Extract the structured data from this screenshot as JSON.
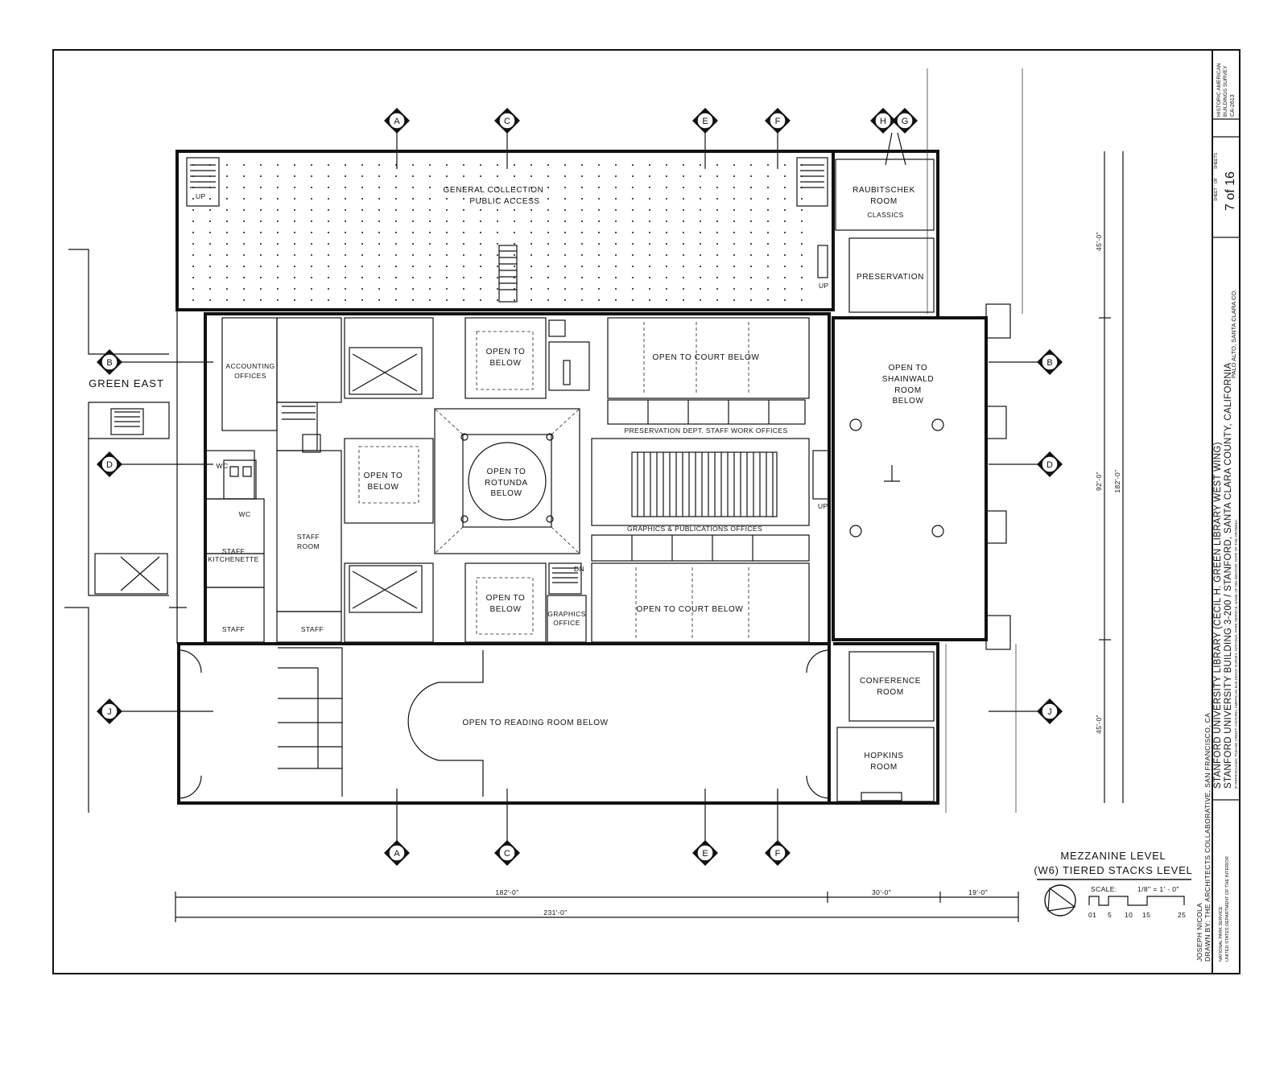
{
  "title_block": {
    "survey_line1": "HISTORIC AMERICAN",
    "survey_line2": "BUILDINGS SURVEY",
    "survey_number": "CA-2613",
    "sheet_label": "SHEET",
    "of_label": "OF",
    "sheets_label": "SHEETS",
    "sheet_number": "7 of 16",
    "name_line1": "STANFORD UNIVERSITY LIBRARY (CECIL H. GREEN LIBRARY WEST WING)",
    "name_line2": "STANFORD UNIVERSITY BUILDING 3-200 / STANFORD, SANTA CLARA COUNTY, CALIFORNIA",
    "location": "PALO ALTO, SANTA CLARA CO.",
    "credit": "IF REPRODUCED, PLEASE CREDIT: HISTORIC AMERICAN BUILDINGS SURVEY, NATIONAL PARK SERVICE. NAME OF DELINEATOR, DATE OF THE DRAWING.",
    "agency_line1": "NATIONAL PARK SERVICE",
    "agency_line2": "UNITED STATES DEPARTMENT OF THE INTERIOR",
    "delineator_name": "JOSEPH NICOLA",
    "drawn_by": "DRAWN BY: THE ARCHITECTS COLLABORATIVE, SAN FRANCISCO, CA"
  },
  "drawing": {
    "title_line1": "MEZZANINE LEVEL",
    "title_line2": "(W6) TIERED STACKS LEVEL",
    "scale_label": "SCALE:",
    "scale_value": "1/8\" = 1' - 0\"",
    "scale_ticks": [
      "01",
      "5",
      "10",
      "15",
      "25"
    ]
  },
  "grid_bubbles": {
    "top": [
      "A",
      "C",
      "E",
      "F",
      "H",
      "G"
    ],
    "bottom": [
      "A",
      "C",
      "E",
      "F"
    ],
    "left": [
      "B",
      "D",
      "J"
    ],
    "right": [
      "B",
      "D",
      "J"
    ]
  },
  "rooms": {
    "general_collection": "GENERAL COLLECTION",
    "public_access": "PUBLIC ACCESS",
    "raubitschek": "RAUBITSCHEK",
    "raubitschek_room": "ROOM",
    "classics": "CLASSICS",
    "preservation": "PRESERVATION",
    "accounting": "ACCOUNTING",
    "offices": "OFFICES",
    "green_east": "GREEN EAST",
    "open_to_below_1a": "OPEN TO",
    "open_to_below_1b": "BELOW",
    "open_court_top": "OPEN TO COURT BELOW",
    "shainwald_1": "OPEN TO",
    "shainwald_2": "SHAINWALD",
    "shainwald_3": "ROOM",
    "shainwald_4": "BELOW",
    "preservation_staff": "PRESERVATION DEPT. STAFF WORK OFFICES",
    "wc_1": "WC",
    "wc_2": "WC",
    "open_to_below_2a": "OPEN TO",
    "open_to_below_2b": "BELOW",
    "rotunda_1": "OPEN TO",
    "rotunda_2": "ROTUNDA",
    "rotunda_3": "BELOW",
    "staff_room_1": "STAFF",
    "staff_room_2": "ROOM",
    "staff_kitchenette_1": "STAFF",
    "staff_kitchenette_2": "KITCHENETTE",
    "graphics_pubs": "GRAPHICS & PUBLICATIONS OFFICES",
    "open_to_below_3a": "OPEN TO",
    "open_to_below_3b": "BELOW",
    "graphics_office_1": "GRAPHICS",
    "graphics_office_2": "OFFICE",
    "open_court_bottom": "OPEN TO COURT BELOW",
    "staff_1": "STAFF",
    "staff_2": "STAFF",
    "conference_1": "CONFERENCE",
    "conference_2": "ROOM",
    "reading_room": "OPEN TO READING ROOM BELOW",
    "hopkins_1": "HOPKINS",
    "hopkins_2": "ROOM"
  },
  "stair_marks": {
    "up": "UP",
    "dn": "DN"
  },
  "dimensions": {
    "right_top": "45'-0\"",
    "right_mid": "92'-0\"",
    "right_total": "182'-0\"",
    "right_bottom": "45'-0\"",
    "bottom_main": "182'-0\"",
    "bottom_mid": "30'-0\"",
    "bottom_right": "19'-0\"",
    "bottom_total": "231'-0\""
  }
}
